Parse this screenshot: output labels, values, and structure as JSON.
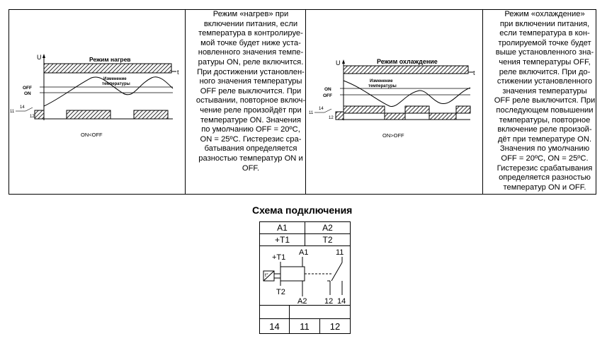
{
  "heating": {
    "diagram_title": "Режим нагрев",
    "temp_change": "Изменение\nтемпературы",
    "axis_u": "U",
    "axis_t": "t",
    "off": "OFF",
    "on": "ON",
    "contact_14": "14",
    "contact_11": "11",
    "contact_12": "12",
    "caption": "ON<OFF",
    "description": "Режим «нагрев» при\nвключении питания, если\nтемпература в контролируе-\nмой точке будет ниже уста-\nновленного значения темпе-\nратуры ON, реле включится.\nПри достижении установлен-\nного значения температуры\nOFF реле выключится. При\nостывании, повторное включ-\nчение реле произойдёт при\nтемпературе ON. Значения\nпо умолчанию OFF = 20ºC,\nON = 25ºC. Гистерезис сра-\nбатывания определяется\nразностью температур ON и\nOFF."
  },
  "cooling": {
    "diagram_title": "Режим охлаждение",
    "temp_change": "Изменение\nтемпературы",
    "axis_u": "U",
    "axis_t": "t",
    "on": "ON",
    "off": "OFF",
    "contact_14": "14",
    "contact_11": "11",
    "contact_12": "12",
    "caption": "ON>OFF",
    "description": "Режим «охлаждение»\nпри включении питания,\nесли температура в кон-\nтролируемой точке будет\nвыше установленного зна-\nчения температуры OFF,\nреле включится. При до-\nстижении установленного\nзначения температуры\nOFF реле выключится. При\nпоследующем повышении\nтемпературы, повторное\nвключение реле произой-\nдёт при температуре ON.\nЗначения по умолчанию\nOFF = 20ºC, ON = 25ºC.\nГистерезис срабатывания\nопределяется разностью\nтемператур ON и OFF."
  },
  "wiring": {
    "title": "Схема подключения",
    "top_row": [
      "A1",
      "A2"
    ],
    "second_row": [
      "+T1",
      "T2"
    ],
    "plus_t1": "+T1",
    "a1": "A1",
    "a2": "A2",
    "t2": "T2",
    "t_sensor": "t°",
    "pin_11": "11",
    "pin_12": "12",
    "pin_14": "14",
    "bottom_row": [
      "14",
      "11",
      "12"
    ]
  }
}
